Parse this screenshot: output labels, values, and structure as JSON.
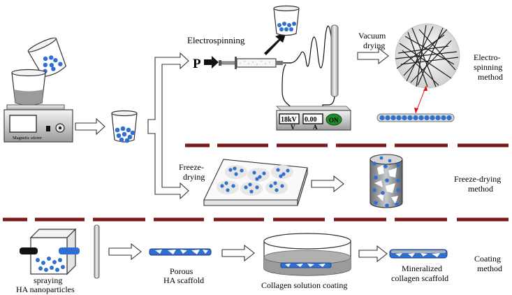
{
  "labels": {
    "magnetic_stirrer": "Magnetic stirrer",
    "electrospinning": "Electrospinning",
    "pump_letter": "P",
    "vacuum_l1": "Vacuum",
    "vacuum_l2": "drying",
    "electro_method_l1": "Electro-",
    "electro_method_l2": "spinning",
    "electro_method_l3": "method",
    "voltage": "18kV",
    "voltage_unit": "V",
    "current": "0.00",
    "current_unit": "A",
    "power": "ON",
    "freeze_l1": "Freeze-",
    "freeze_l2": "drying",
    "freeze_method_l1": "Freeze-drying",
    "freeze_method_l2": "method",
    "spraying_l1": "spraying",
    "spraying_l2": "HA nanoparticles",
    "porous_l1": "Porous",
    "porous_l2": "HA scaffold",
    "collagen_coating": "Collagen solution coating",
    "mineralized_l1": "Mineralized",
    "mineralized_l2": "collagen scaffold",
    "coating_l1": "Coating",
    "coating_l2": "method"
  },
  "colors": {
    "particle_blue": "#2e6fd1",
    "separator": "#7a1a1a",
    "led_green": "#1f8a2a",
    "fiber": "#1a1a1a"
  }
}
